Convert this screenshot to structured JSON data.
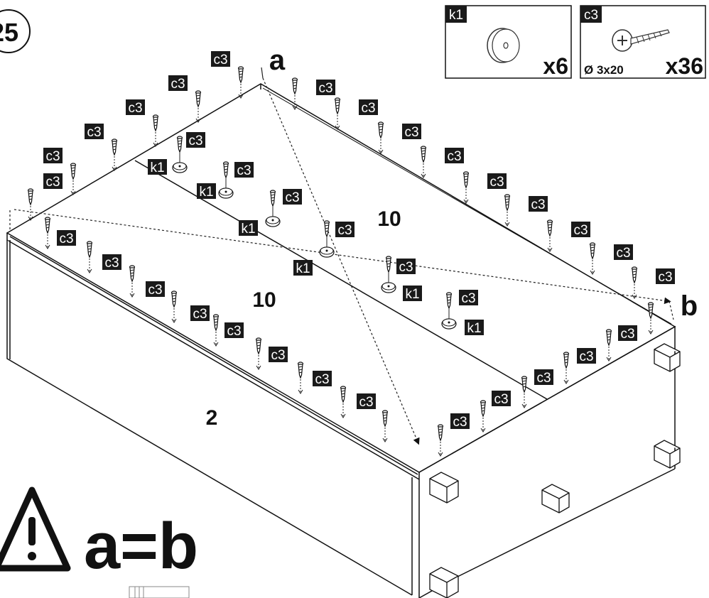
{
  "step": {
    "number": "25"
  },
  "parts": [
    {
      "code": "k1",
      "quantity": "x6",
      "icon": "cam-disc-icon"
    },
    {
      "code": "c3",
      "quantity": "x36",
      "size": "Ø 3x20",
      "icon": "screw-icon"
    }
  ],
  "panel_labels": {
    "top_back": "10",
    "top_front": "10",
    "side": "2"
  },
  "diagonals": {
    "a": "a",
    "b": "b"
  },
  "warning": {
    "text": "a=b",
    "icon": "warning-triangle-icon"
  },
  "labels": {
    "screw": "c3",
    "cam": "k1"
  }
}
